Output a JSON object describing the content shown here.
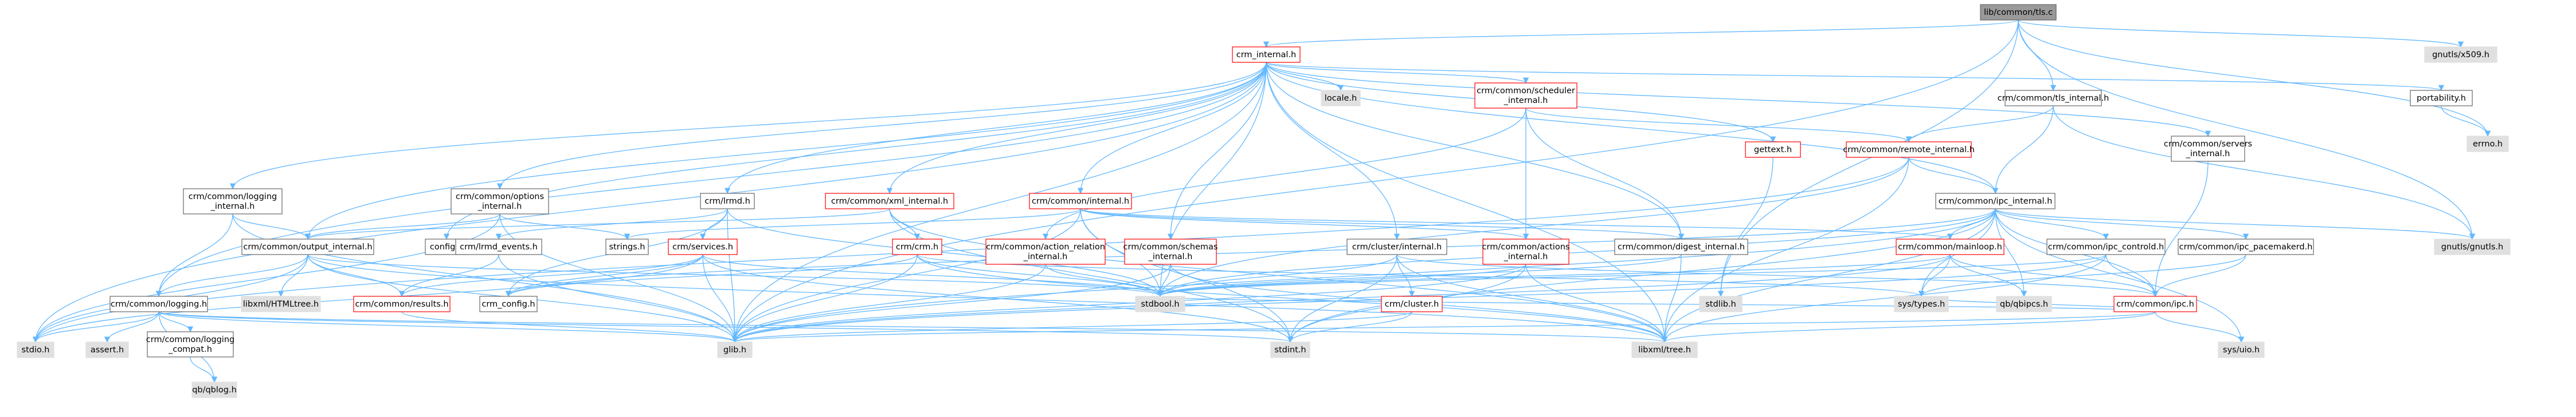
{
  "colors": {
    "node_fill": "#ffffff",
    "node_border_default": "#666666",
    "node_border_red": "#ff0000",
    "node_fill_gray": "#e0e0e0",
    "node_fill_root": "#999999",
    "edge": "#63b8ff",
    "arrow": "#63b8ff"
  },
  "nodes": [
    {
      "id": "root",
      "lines": [
        "lib/common/tls.c"
      ],
      "style": "root"
    },
    {
      "id": "crm_internal",
      "lines": [
        "crm_internal.h"
      ],
      "style": "red"
    },
    {
      "id": "gnutls_x509",
      "lines": [
        "gnutls/x509.h"
      ],
      "style": "gray"
    },
    {
      "id": "tls_internal",
      "lines": [
        "crm/common/tls_internal.h"
      ],
      "style": "default"
    },
    {
      "id": "portability",
      "lines": [
        "portability.h"
      ],
      "style": "default"
    },
    {
      "id": "errno",
      "lines": [
        "errno.h"
      ],
      "style": "gray"
    },
    {
      "id": "locale",
      "lines": [
        "locale.h"
      ],
      "style": "gray"
    },
    {
      "id": "scheduler_internal",
      "lines": [
        "crm/common/scheduler",
        "_internal.h"
      ],
      "style": "red"
    },
    {
      "id": "gettext",
      "lines": [
        "gettext.h"
      ],
      "style": "red"
    },
    {
      "id": "remote_internal",
      "lines": [
        "crm/common/remote_internal.h"
      ],
      "style": "red"
    },
    {
      "id": "servers_internal",
      "lines": [
        "crm/common/servers",
        "_internal.h"
      ],
      "style": "default"
    },
    {
      "id": "logging_internal",
      "lines": [
        "crm/common/logging",
        "_internal.h"
      ],
      "style": "default"
    },
    {
      "id": "options_internal",
      "lines": [
        "crm/common/options",
        "_internal.h"
      ],
      "style": "default"
    },
    {
      "id": "lrmd",
      "lines": [
        "crm/lrmd.h"
      ],
      "style": "default"
    },
    {
      "id": "xml_internal",
      "lines": [
        "crm/common/xml_internal.h"
      ],
      "style": "red"
    },
    {
      "id": "internal",
      "lines": [
        "crm/common/internal.h"
      ],
      "style": "red"
    },
    {
      "id": "ipc_internal",
      "lines": [
        "crm/common/ipc_internal.h"
      ],
      "style": "default"
    },
    {
      "id": "gnutls",
      "lines": [
        "gnutls/gnutls.h"
      ],
      "style": "gray"
    },
    {
      "id": "output_internal",
      "lines": [
        "crm/common/output_internal.h"
      ],
      "style": "default"
    },
    {
      "id": "config",
      "lines": [
        "config.h"
      ],
      "style": "default"
    },
    {
      "id": "lrmd_events",
      "lines": [
        "crm/lrmd_events.h"
      ],
      "style": "default"
    },
    {
      "id": "strings",
      "lines": [
        "strings.h"
      ],
      "style": "default"
    },
    {
      "id": "services",
      "lines": [
        "crm/services.h"
      ],
      "style": "red"
    },
    {
      "id": "crm",
      "lines": [
        "crm/crm.h"
      ],
      "style": "red"
    },
    {
      "id": "action_relation",
      "lines": [
        "crm/common/action_relation",
        "_internal.h"
      ],
      "style": "red"
    },
    {
      "id": "schemas_internal",
      "lines": [
        "crm/common/schemas",
        "_internal.h"
      ],
      "style": "red"
    },
    {
      "id": "cluster_internal",
      "lines": [
        "crm/cluster/internal.h"
      ],
      "style": "default"
    },
    {
      "id": "actions_internal",
      "lines": [
        "crm/common/actions",
        "_internal.h"
      ],
      "style": "red"
    },
    {
      "id": "digest_internal",
      "lines": [
        "crm/common/digest_internal.h"
      ],
      "style": "default"
    },
    {
      "id": "mainloop",
      "lines": [
        "crm/common/mainloop.h"
      ],
      "style": "red"
    },
    {
      "id": "ipc_controld",
      "lines": [
        "crm/common/ipc_controld.h"
      ],
      "style": "default"
    },
    {
      "id": "ipc_pacemakerd",
      "lines": [
        "crm/common/ipc_pacemakerd.h"
      ],
      "style": "default"
    },
    {
      "id": "logging",
      "lines": [
        "crm/common/logging.h"
      ],
      "style": "default"
    },
    {
      "id": "libxml_htmltree",
      "lines": [
        "libxml/HTMLtree.h"
      ],
      "style": "gray"
    },
    {
      "id": "results",
      "lines": [
        "crm/common/results.h"
      ],
      "style": "red"
    },
    {
      "id": "crm_config",
      "lines": [
        "crm_config.h"
      ],
      "style": "default"
    },
    {
      "id": "stdbool",
      "lines": [
        "stdbool.h"
      ],
      "style": "gray"
    },
    {
      "id": "cluster",
      "lines": [
        "crm/cluster.h"
      ],
      "style": "red"
    },
    {
      "id": "stdlib",
      "lines": [
        "stdlib.h"
      ],
      "style": "gray"
    },
    {
      "id": "sys_types",
      "lines": [
        "sys/types.h"
      ],
      "style": "gray"
    },
    {
      "id": "qb_ipcs",
      "lines": [
        "qb/qbipcs.h"
      ],
      "style": "gray"
    },
    {
      "id": "ipc",
      "lines": [
        "crm/common/ipc.h"
      ],
      "style": "red"
    },
    {
      "id": "stdio",
      "lines": [
        "stdio.h"
      ],
      "style": "gray"
    },
    {
      "id": "assert",
      "lines": [
        "assert.h"
      ],
      "style": "gray"
    },
    {
      "id": "logging_compat",
      "lines": [
        "crm/common/logging",
        "_compat.h"
      ],
      "style": "default"
    },
    {
      "id": "glib",
      "lines": [
        "glib.h"
      ],
      "style": "gray"
    },
    {
      "id": "stdint",
      "lines": [
        "stdint.h"
      ],
      "style": "gray"
    },
    {
      "id": "libxml_tree",
      "lines": [
        "libxml/tree.h"
      ],
      "style": "gray"
    },
    {
      "id": "sys_uio",
      "lines": [
        "sys/uio.h"
      ],
      "style": "gray"
    },
    {
      "id": "qb_log",
      "lines": [
        "qb/qblog.h"
      ],
      "style": "gray"
    }
  ]
}
